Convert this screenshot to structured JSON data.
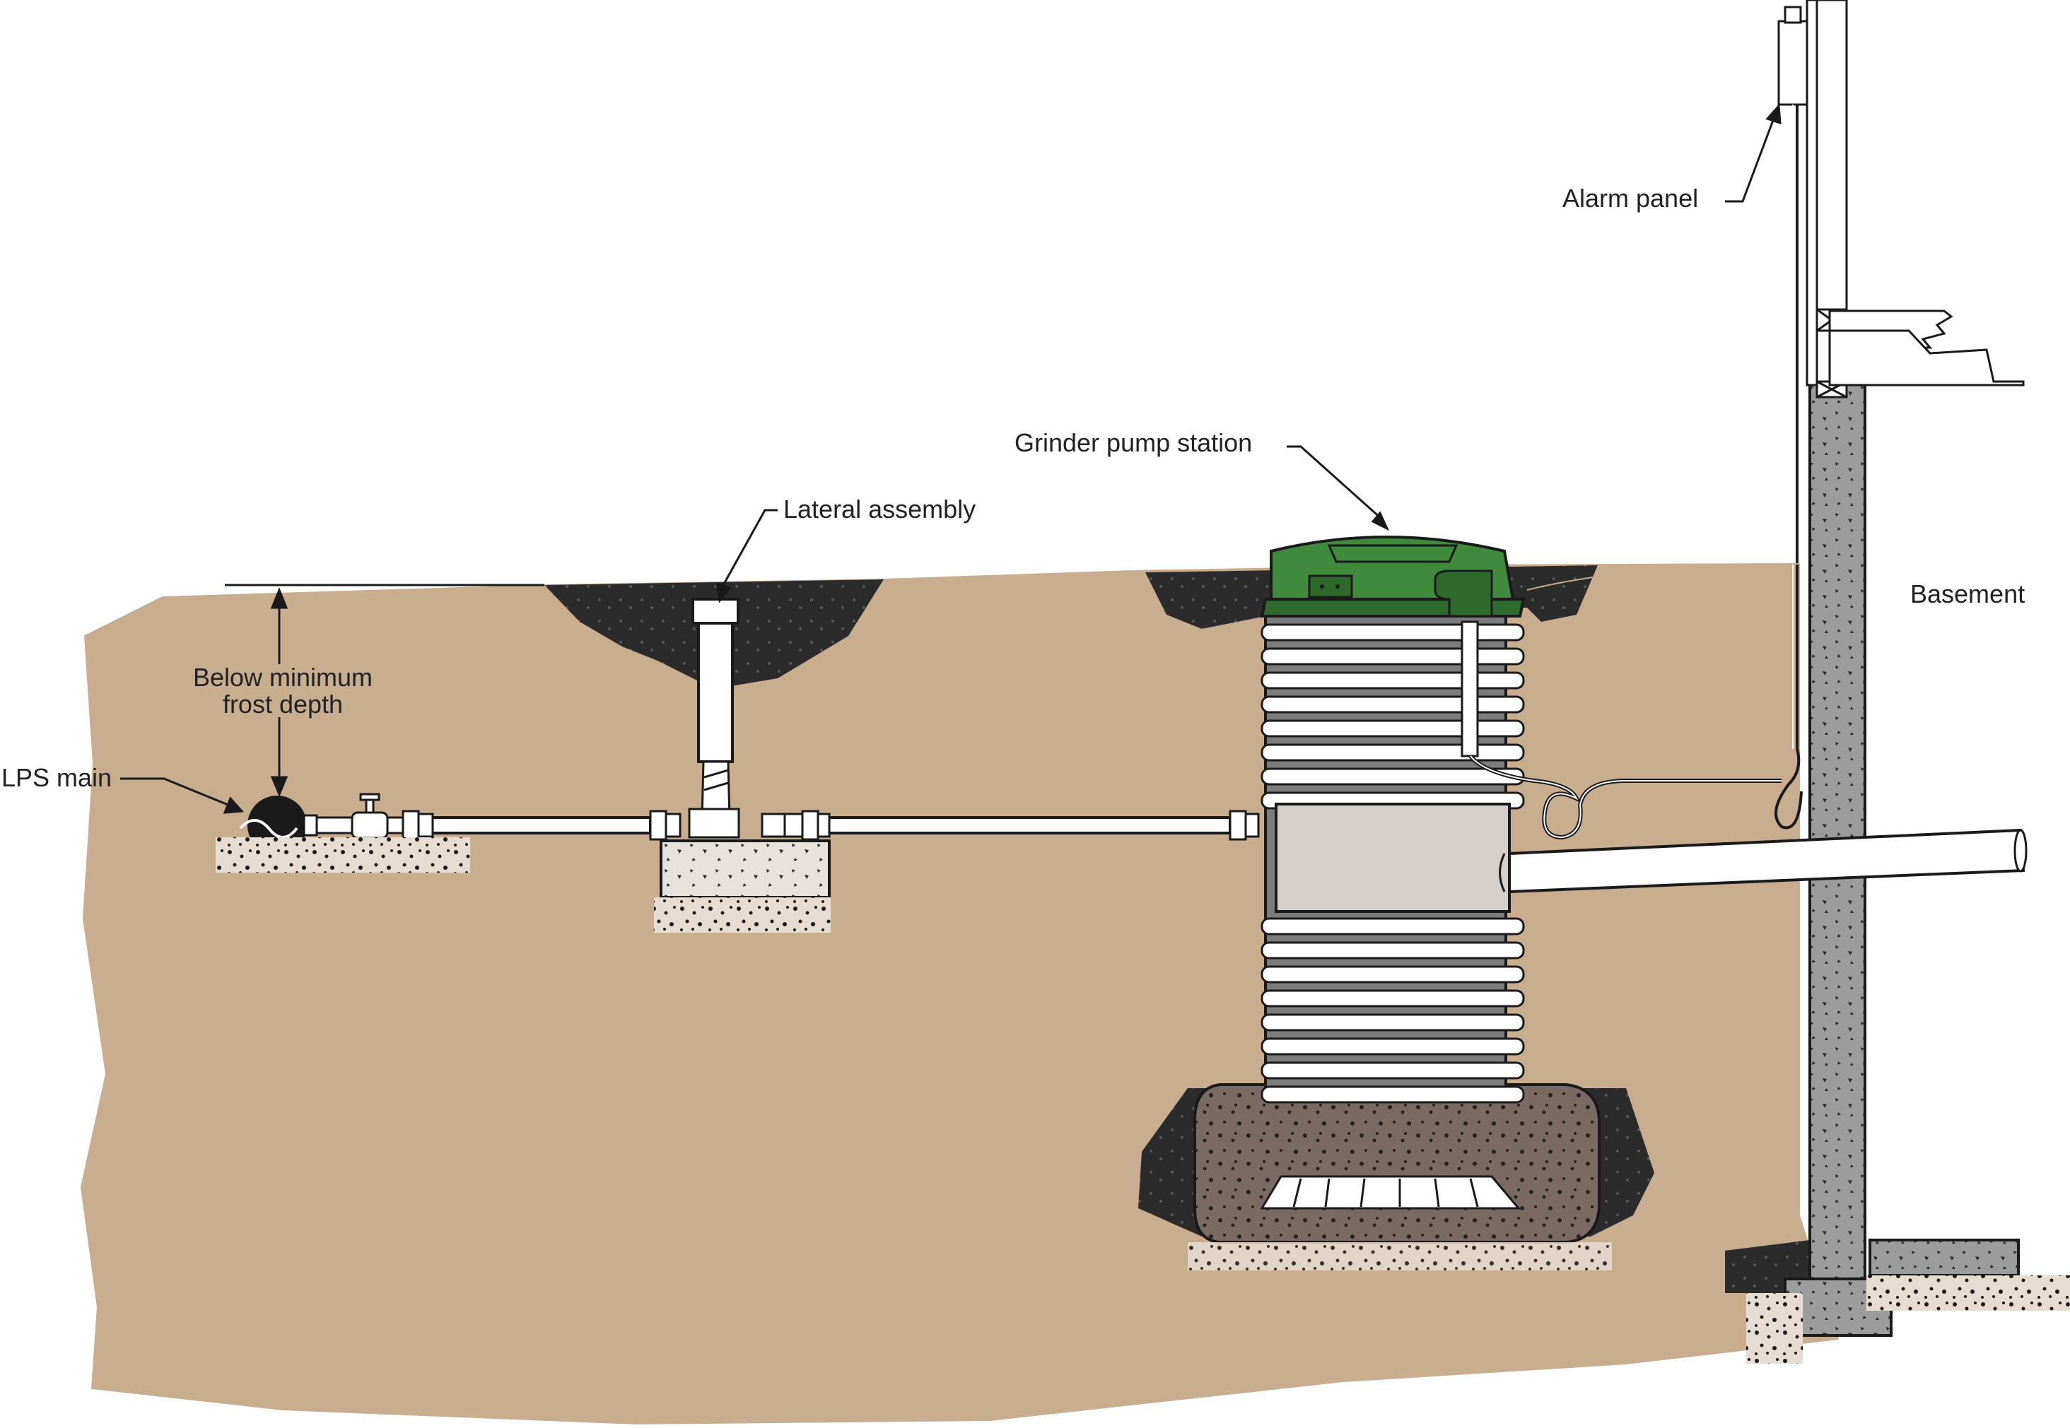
{
  "labels": {
    "alarm_panel": "Alarm panel",
    "basement": "Basement",
    "grinder_pump_station": "Grinder pump station",
    "lateral_assembly": "Lateral assembly",
    "frost_depth_line1": "Below minimum",
    "frost_depth_line2": "frost depth",
    "lps_main": "LPS main"
  },
  "colors": {
    "soil": "#c8ad8e",
    "backfill_dark": "#2b2b2b",
    "gravel_bed": "#7a6a64",
    "foundation_concrete": "#9c9c9c",
    "pump_lid": "#3f8a3c",
    "pump_lid_dark": "#2d6a2c",
    "pipe": "#ffffff",
    "outline": "#1a1a1a",
    "tank_mid_band": "#d4cfcb"
  }
}
